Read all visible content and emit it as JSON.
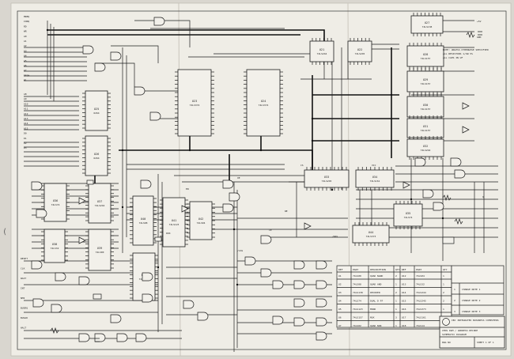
{
  "title_block": {
    "company": "IBC INTEGRATED BUSINESS COMPUTERS",
    "title_line": "CMOS RAM / ADDRESS DECODE",
    "sub_line": "SCHEMATIC DIAGRAM",
    "dwg_label": "DWG NO",
    "sheet_label": "SHEET 1 OF 1"
  },
  "revisions": [
    {
      "rev": "1",
      "text": "CHANGE NOTE 1"
    },
    {
      "rev": "2",
      "text": "CHANGE NOTE 2"
    },
    {
      "rev": "3",
      "text": "CHANGE NOTE 3"
    }
  ],
  "parts_table": {
    "header": [
      "REF",
      "PART",
      "DESCRIPTION",
      "QTY",
      "REF",
      "PART",
      "QTY"
    ],
    "rows": [
      [
        "U1",
        "74LS00",
        "QUAD NAND",
        "2",
        "U12",
        "74LS04",
        "1"
      ],
      [
        "U2",
        "74LS08",
        "QUAD AND",
        "1",
        "U13",
        "74LS32",
        "1"
      ],
      [
        "U3",
        "74LS138",
        "DECODER",
        "2",
        "U14",
        "74LS244",
        "2"
      ],
      [
        "U4",
        "74LS74",
        "DUAL D FF",
        "1",
        "U15",
        "74LS245",
        "2"
      ],
      [
        "U5",
        "74LS123",
        "MONO",
        "1",
        "U16",
        "74LS373",
        "1"
      ],
      [
        "U6",
        "74LS157",
        "MUX",
        "3",
        "U17",
        "74LS161",
        "1"
      ],
      [
        "U7",
        "74LS02",
        "QUAD NOR",
        "1",
        "U18",
        "74LS14",
        "1"
      ]
    ]
  },
  "chips": [
    {
      "ref": "U21",
      "part": "74LS244"
    },
    {
      "ref": "U22",
      "part": "74LS245"
    },
    {
      "ref": "U23",
      "part": "74LS374"
    },
    {
      "ref": "U24",
      "part": "74LS374"
    },
    {
      "ref": "U25",
      "part": "6264"
    },
    {
      "ref": "U26",
      "part": "6264"
    },
    {
      "ref": "U27",
      "part": "74LS138"
    },
    {
      "ref": "U28",
      "part": "74LS157"
    },
    {
      "ref": "U29",
      "part": "74LS157"
    },
    {
      "ref": "U30",
      "part": "74LS157"
    },
    {
      "ref": "U31",
      "part": "74LS157"
    },
    {
      "ref": "U32",
      "part": "74LS244"
    },
    {
      "ref": "U33",
      "part": "74LS245"
    },
    {
      "ref": "U34",
      "part": "74LS161"
    },
    {
      "ref": "U35",
      "part": "74LS74"
    },
    {
      "ref": "U36",
      "part": "74LS74"
    },
    {
      "ref": "U37",
      "part": "74LS244"
    },
    {
      "ref": "U38",
      "part": "74LS32"
    },
    {
      "ref": "U39",
      "part": "74LS00"
    },
    {
      "ref": "U40",
      "part": "74LS08"
    },
    {
      "ref": "U41",
      "part": "74LS123"
    },
    {
      "ref": "U42",
      "part": "74LS04"
    },
    {
      "ref": "U43",
      "part": "74LS139"
    },
    {
      "ref": "U44",
      "part": "74LS373"
    }
  ],
  "signals": {
    "top_left": [
      "MREQ",
      "IORQ",
      "RD",
      "WR",
      "A0",
      "A1",
      "A2",
      "A3",
      "A4",
      "A5",
      "A6",
      "A7",
      "RFSH",
      "M1"
    ],
    "mid_left": [
      "A8",
      "A9",
      "A10",
      "A11",
      "A12",
      "A13",
      "A14",
      "A15",
      "D0",
      "D1",
      "D2",
      "D3"
    ],
    "low_left": [
      "RESET",
      "CLK",
      "WAIT",
      "INT",
      "NMI",
      "BUSRQ",
      "BUSAK",
      "HALT"
    ],
    "misc": [
      "+5V",
      "GND",
      "VCC",
      "CS",
      "OE",
      "WE",
      "CE",
      "/RAS",
      "/CAS",
      "DIR",
      "EN",
      "Q"
    ]
  },
  "notes": [
    "NOTE: UNLESS OTHERWISE SPECIFIED",
    "ALL RESISTORS 1/4W 5%",
    "ALL CAPS IN UF"
  ]
}
